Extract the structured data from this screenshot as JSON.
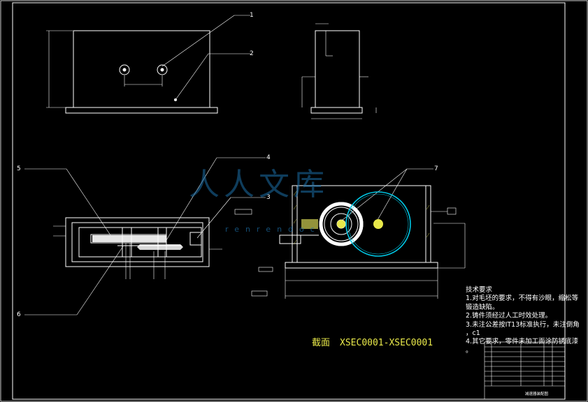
{
  "tech_requirements": {
    "title": "技术要求",
    "items": [
      "1.对毛坯的要求，不得有沙眼，缩松等",
      "锻造缺陷。",
      "2.铸件须经过人工时效处理。",
      "3.未注公差按IT13标准执行，未注倒角",
      "，c1",
      "4.其它要求，零件未加工面涂防锈底漆",
      "。"
    ]
  },
  "section_label": {
    "prefix": "截面",
    "range": "XSEC0001-XSEC0001"
  },
  "watermark": {
    "main": "人人文库",
    "sub": "renrendoc"
  },
  "balloons": [
    "1",
    "2",
    "3",
    "4",
    "5",
    "6",
    "7"
  ],
  "title_block": {
    "drawing_name": "减速器装配图"
  },
  "colors": {
    "line": "#ffffff",
    "accent_cyan": "#00c8e6",
    "accent_yellow": "#e8e84a",
    "hatch": "#b8b84a",
    "watermark_blue": "#1d6fa8",
    "background": "#000000"
  }
}
